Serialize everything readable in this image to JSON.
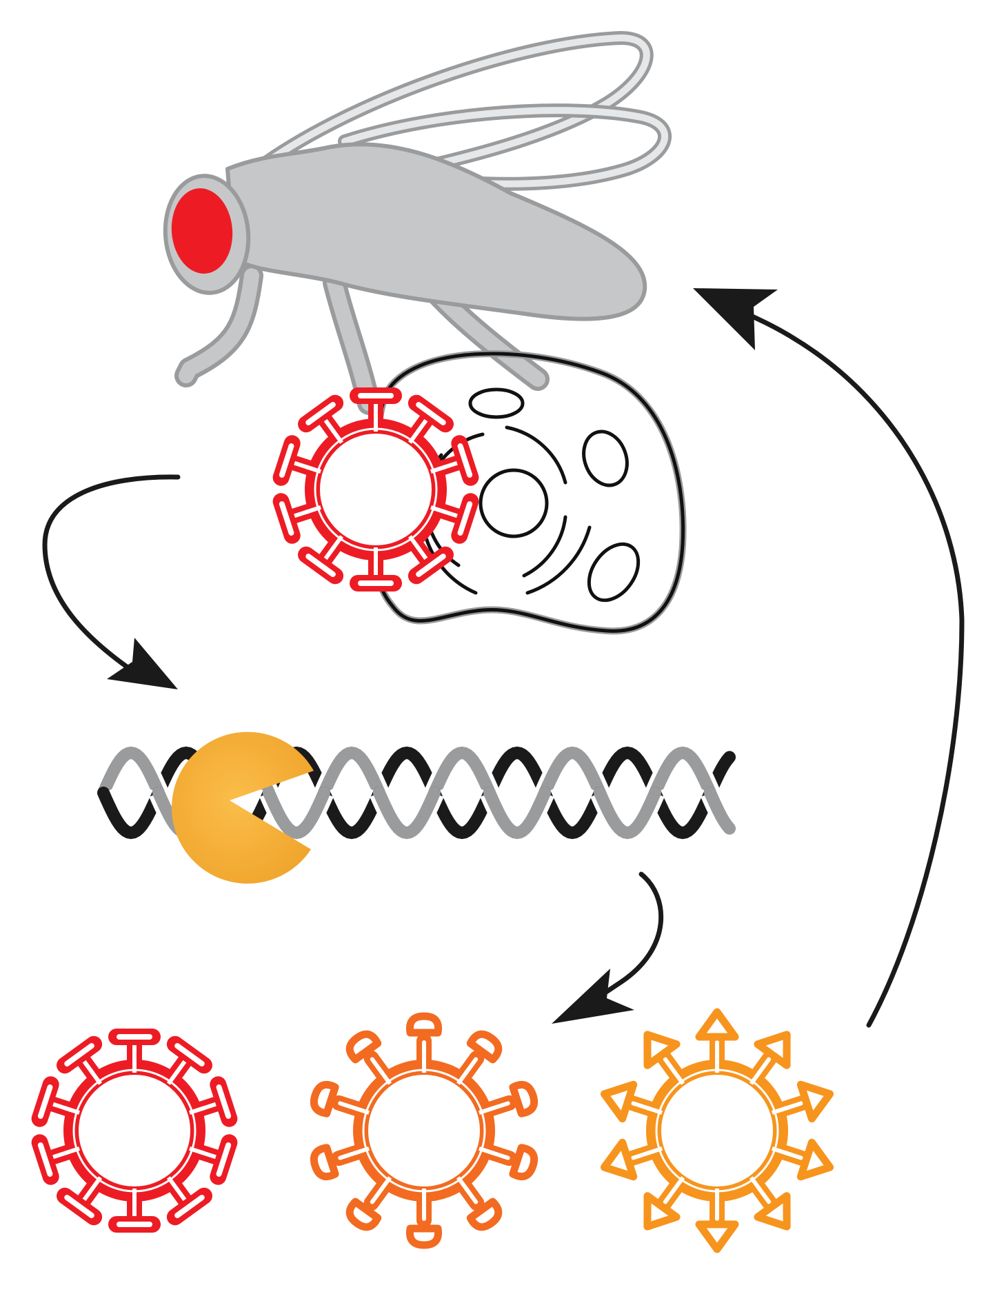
{
  "diagram": {
    "description_visible_text": "",
    "colors": {
      "background": "#ffffff",
      "fly_body": "#c6c7c9",
      "fly_outline": "#9a9b9d",
      "fly_eye": "#ed1c24",
      "cell_outline": "#111111",
      "cell_halo": "#9a9b9d",
      "arrow": "#1a1a1a",
      "dna_strand_dark": "#1a1a1a",
      "dna_strand_light": "#9a9b9d",
      "enzyme": "#f7b23b",
      "virus_wildtype": "#ed1c24",
      "virus_variant_1": "#f26b21",
      "virus_variant_2": "#f7941d"
    },
    "elements": [
      {
        "id": "fly",
        "icon": "fruit-fly-icon"
      },
      {
        "id": "host-cell",
        "icon": "cell-icon"
      },
      {
        "id": "infecting-virus",
        "icon": "virus-icon"
      },
      {
        "id": "dna-helix",
        "icon": "dna-icon"
      },
      {
        "id": "enzyme",
        "icon": "pacman-enzyme-icon"
      },
      {
        "id": "progeny-virus-1",
        "icon": "virus-icon",
        "spike_shape": "T-bar"
      },
      {
        "id": "progeny-virus-2",
        "icon": "virus-icon",
        "spike_shape": "round-arrow"
      },
      {
        "id": "progeny-virus-3",
        "icon": "virus-icon",
        "spike_shape": "arrowhead"
      }
    ]
  }
}
